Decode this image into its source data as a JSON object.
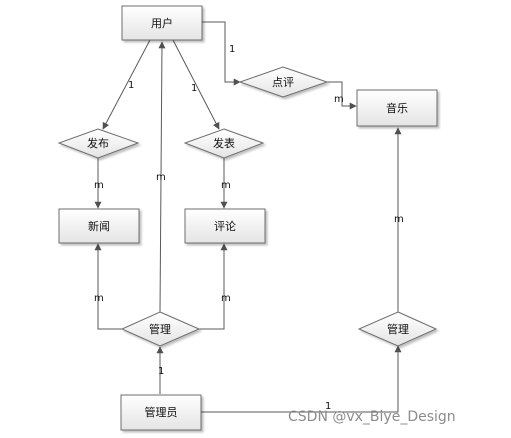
{
  "entities": {
    "user": "用户",
    "music": "音乐",
    "news": "新闻",
    "comment": "评论",
    "admin": "管理员"
  },
  "relationships": {
    "review": "点评",
    "publish": "发布",
    "post": "发表",
    "manage_left": "管理",
    "manage_right": "管理"
  },
  "cardinalities": {
    "user_review": "1",
    "review_music": "m",
    "user_publish": "1",
    "publish_news": "m",
    "user_post": "1",
    "post_comment": "m",
    "manage_user": "m",
    "manage_news": "m",
    "manage_comment": "m",
    "admin_manage_left": "1",
    "admin_manage_right": "1",
    "manage_music": "m"
  },
  "watermark": "CSDN @vx_Biye_Design",
  "colors": {
    "line": "#5a5a5a",
    "box_border": "#6e6e6e",
    "box_fill_top": "#ffffff",
    "box_fill_bottom": "#e6e6e6",
    "text": "#111111",
    "watermark": "#8c8c8c"
  }
}
